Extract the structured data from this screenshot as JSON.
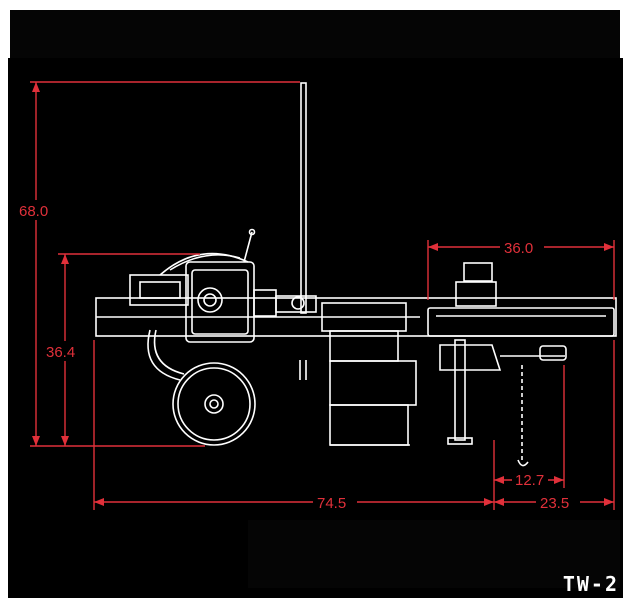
{
  "drawing": {
    "dimensions": {
      "overall_height": "68.0",
      "frame_height": "36.4",
      "beam_width": "36.0",
      "bottom_length": "74.5",
      "tongue_length": "23.5",
      "hitch_offset": "12.7"
    },
    "model_label": "TW-2",
    "colors": {
      "background": "#000000",
      "line": "#ffffff",
      "dimension": "#e0303a"
    }
  }
}
